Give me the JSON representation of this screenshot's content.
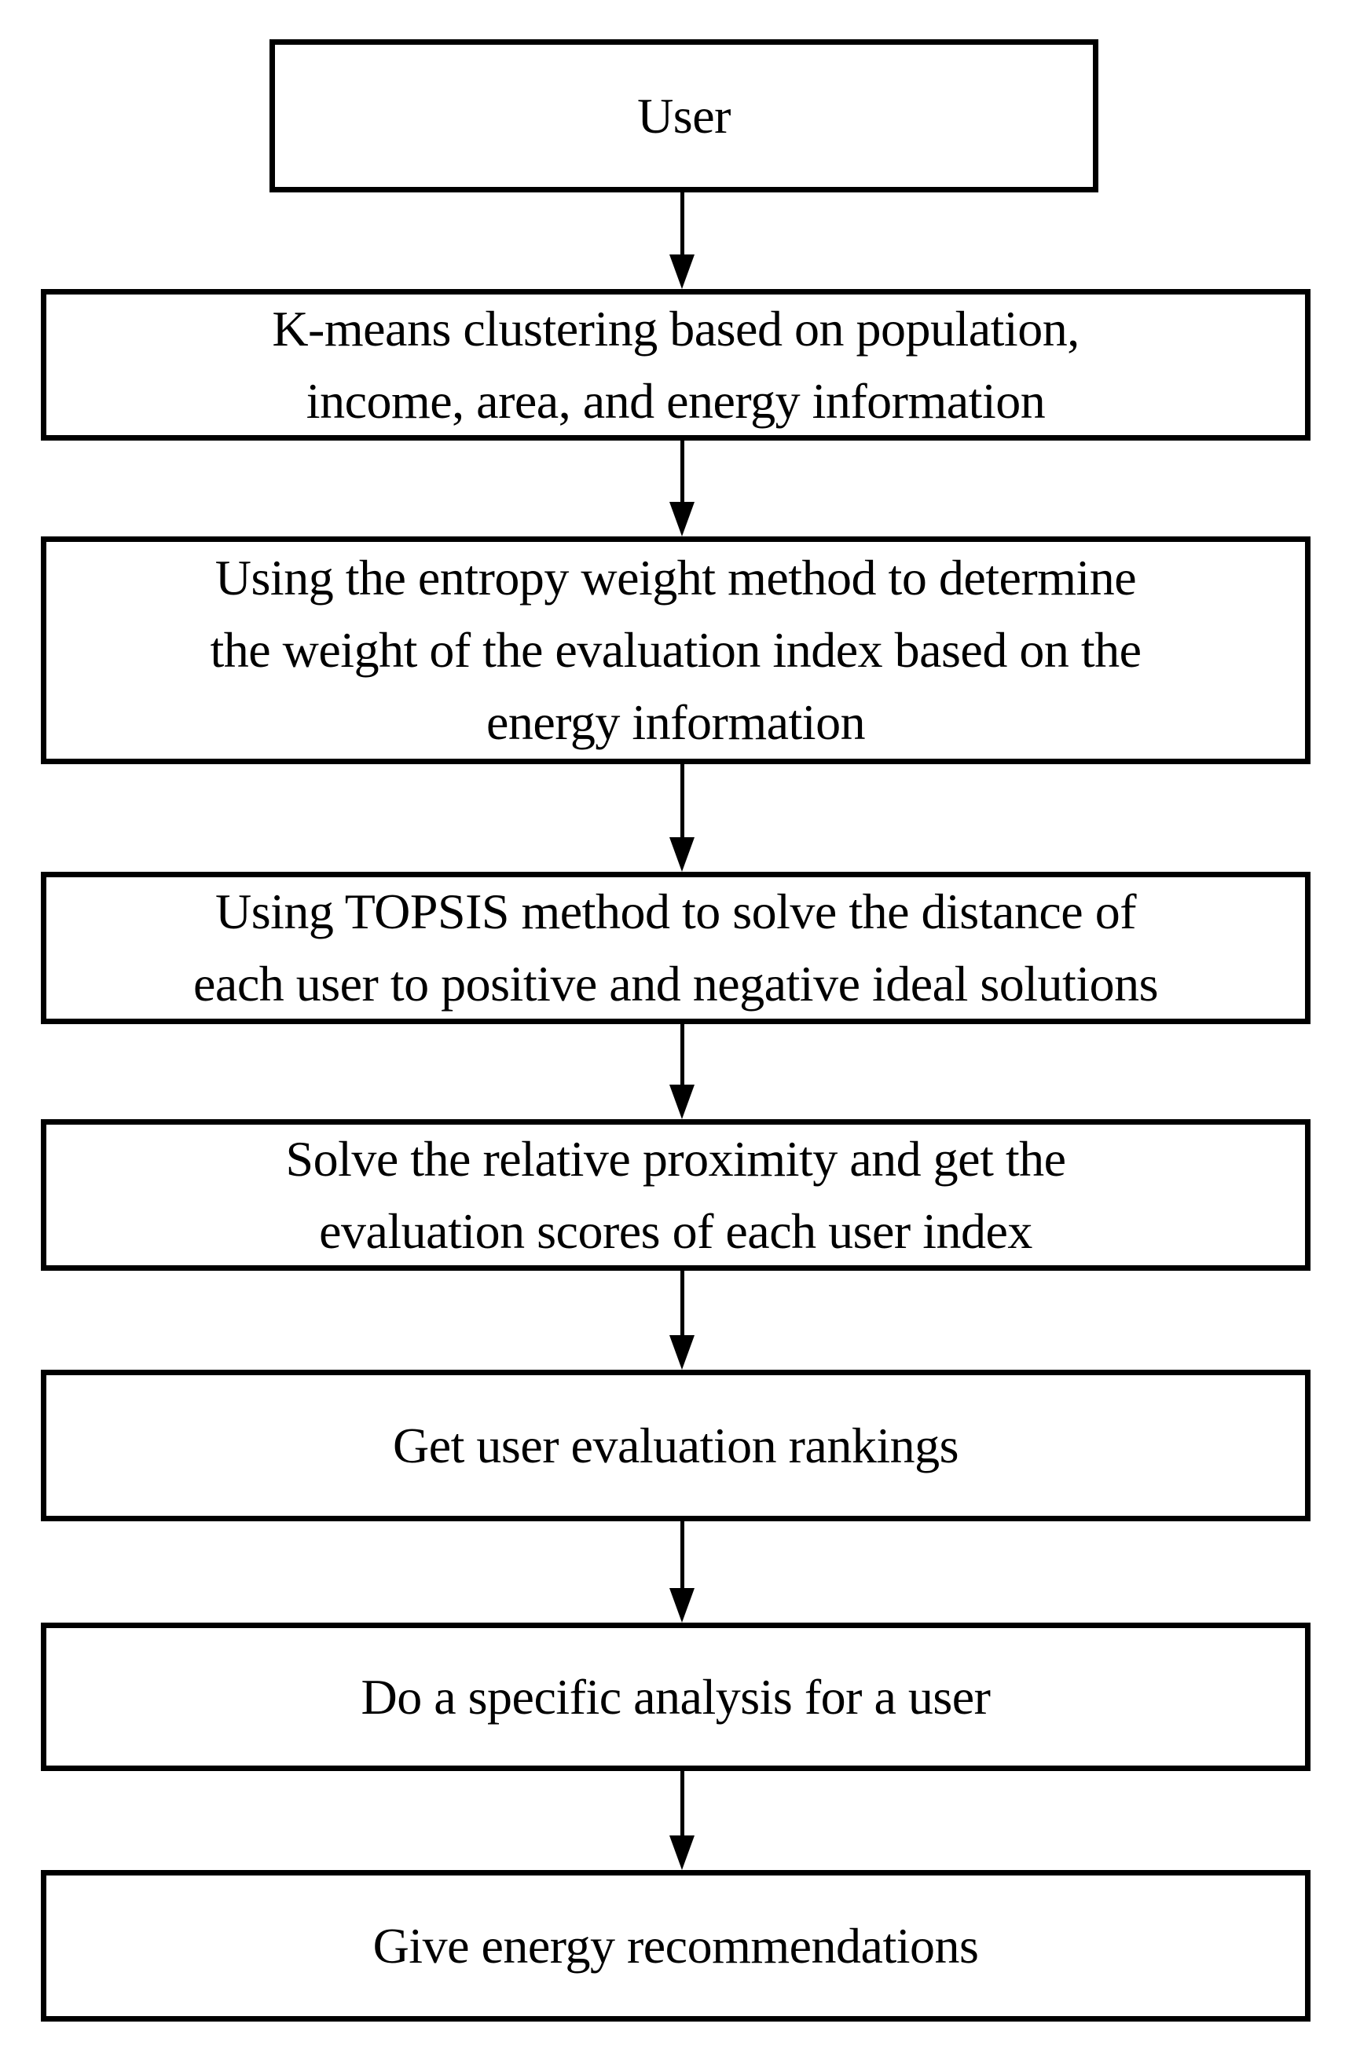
{
  "figure": {
    "type": "flowchart",
    "background_color": "#ffffff",
    "stroke_color": "#000000",
    "text_color": "#000000",
    "nodes": [
      {
        "id": "user",
        "lines": [
          "User"
        ]
      },
      {
        "id": "kmeans",
        "lines": [
          "K-means clustering based on population,",
          "income, area, and energy information"
        ]
      },
      {
        "id": "entropy",
        "lines": [
          "Using the entropy weight method to determine",
          "the weight of the evaluation index based on the",
          "energy information"
        ]
      },
      {
        "id": "topsis",
        "lines": [
          "Using TOPSIS method to solve the distance of",
          "each user to positive and negative ideal solutions"
        ]
      },
      {
        "id": "proximity",
        "lines": [
          "Solve the relative proximity and get the",
          "evaluation scores of each user index"
        ]
      },
      {
        "id": "rankings",
        "lines": [
          "Get user evaluation rankings"
        ]
      },
      {
        "id": "analysis",
        "lines": [
          "Do a specific analysis for a user"
        ]
      },
      {
        "id": "recommendations",
        "lines": [
          "Give energy recommendations"
        ]
      }
    ],
    "edges": [
      {
        "from": "user",
        "to": "kmeans"
      },
      {
        "from": "kmeans",
        "to": "entropy"
      },
      {
        "from": "entropy",
        "to": "topsis"
      },
      {
        "from": "topsis",
        "to": "proximity"
      },
      {
        "from": "proximity",
        "to": "rankings"
      },
      {
        "from": "rankings",
        "to": "analysis"
      },
      {
        "from": "analysis",
        "to": "recommendations"
      }
    ]
  }
}
